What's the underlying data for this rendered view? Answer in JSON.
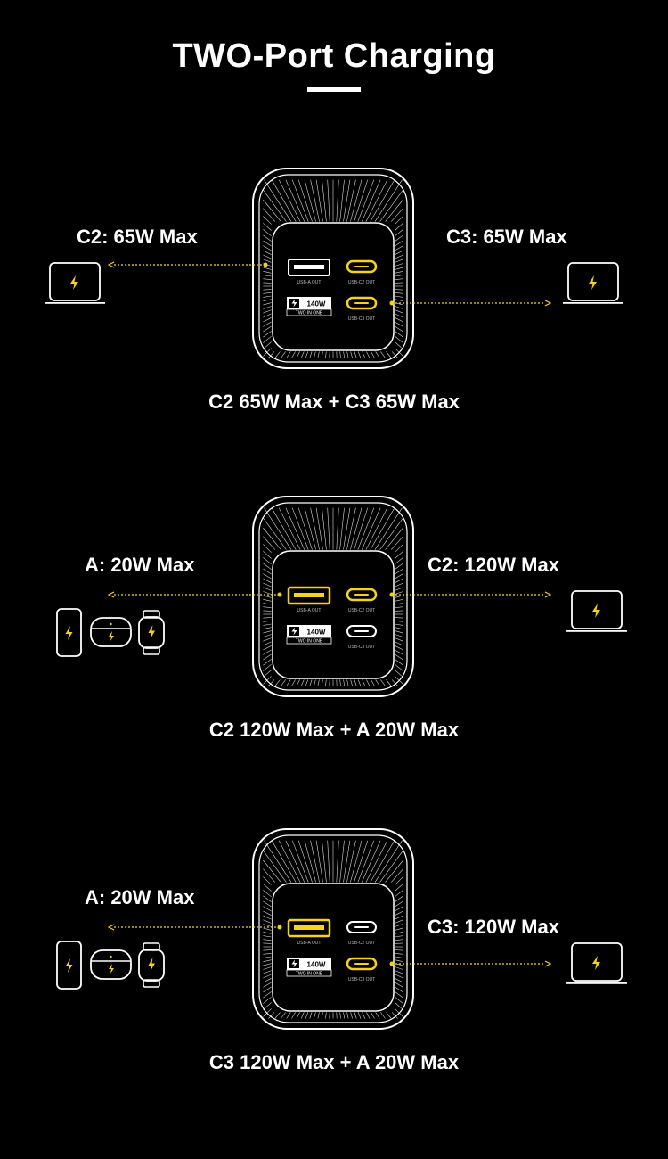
{
  "title": "TWO-Port Charging",
  "colors": {
    "accent": "#f5d21e",
    "outline": "#ffffff",
    "background": "#000000"
  },
  "ports": {
    "usb_a": "USB-A OUT",
    "usb_c2": "USB-C2 OUT",
    "usb_c3": "USB-C3 OUT"
  },
  "badge": {
    "watts": "140W",
    "sub": "TWO IN ONE"
  },
  "sections": [
    {
      "left_label": "C2: 65W Max",
      "right_label": "C3: 65W Max",
      "caption": "C2 65W Max + C3 65W Max"
    },
    {
      "left_label": "A: 20W Max",
      "right_label": "C2: 120W Max",
      "caption": "C2 120W Max + A 20W Max"
    },
    {
      "left_label": "A: 20W Max",
      "right_label": "C3: 120W Max",
      "caption": "C3 120W Max + A 20W Max"
    }
  ]
}
